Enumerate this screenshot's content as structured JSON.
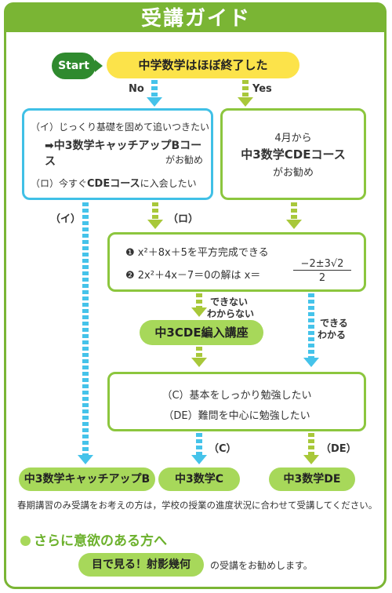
{
  "title": "受講ガイド",
  "start_label": "Start",
  "question": "中学数学はほぼ終了した",
  "no_label": "No",
  "yes_label": "Yes",
  "left_box": {
    "line1": "（イ）じっくり基礎を固めて追いつきたい",
    "line2": "➡中3数学キャッチアップBコース",
    "line3": "がお勧め",
    "line4_a": "（ロ）今すぐ",
    "line4_b": "CDEコース",
    "line4_c": "に入会したい"
  },
  "right_box": {
    "line1": "4月から",
    "line2": "中3数学CDEコース",
    "line3": "がお勧め"
  },
  "branch_i": "（イ）",
  "branch_ro": "（ロ）",
  "test_box": {
    "q1": "❶ x²＋8x＋5を平方完成できる",
    "q2_a": "❷ 2x²＋4x－7＝0の解は x＝",
    "q2_num": "−2±3√2",
    "q2_den": "2"
  },
  "cannot_label_1": "できない",
  "cannot_label_2": "わからない",
  "can_label_1": "できる",
  "can_label_2": "わかる",
  "cde_intro": "中3CDE編入講座",
  "choice_box": {
    "line1": "（C）基本をしっかり勉強したい",
    "line2": "（DE）難問を中心に勉強したい"
  },
  "branch_c": "（C）",
  "branch_de": "（DE）",
  "result_catchup": "中3数学キャッチアップB",
  "result_c": "中3数学C",
  "result_de": "中3数学DE",
  "note": "春期講習のみ受講をお考えの方は，学校の授業の進度状況に合わせて受講してください。",
  "more_head": "さらに意欲のある方へ",
  "more_course": "目で見る！射影幾何",
  "more_tail": "の受講をお勧めします。",
  "colors": {
    "green": "#8cc63e",
    "blue": "#40c0e6",
    "yellow": "#fce34a",
    "dark_green": "#2f8a2e"
  }
}
